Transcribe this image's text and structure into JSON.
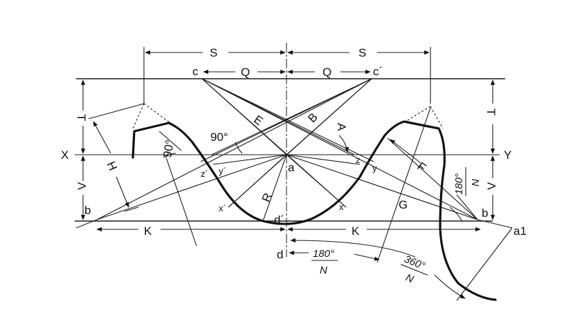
{
  "labels": {
    "S_left": "S",
    "S_right": "S",
    "Q_left": "Q",
    "Q_right": "Q",
    "c": "c",
    "c_prime": "c´",
    "T_left": "T",
    "T_right": "T",
    "X": "X",
    "Y": "Y",
    "V_left": "V",
    "V_right": "V",
    "H": "H",
    "E": "E",
    "B": "B",
    "A": "A",
    "F": "F",
    "G": "G",
    "R": "R",
    "K_left": "K",
    "K_right": "K",
    "a": "a",
    "a1": "a1",
    "b_left": "b",
    "b_right": "b",
    "d": "d",
    "d_prime": "d´",
    "x": "x",
    "x_prime": "x´",
    "y": "y",
    "y_prime": "y´",
    "z": "z",
    "z_prime": "z´",
    "angle_90_a": "90°",
    "angle_90_b": "90°",
    "frac_180_top": "180°",
    "frac_180_bottom": "N",
    "frac_360_top": "360°",
    "frac_360_bottom": "N",
    "frac_side_top": "180°",
    "frac_side_bottom": "N"
  }
}
